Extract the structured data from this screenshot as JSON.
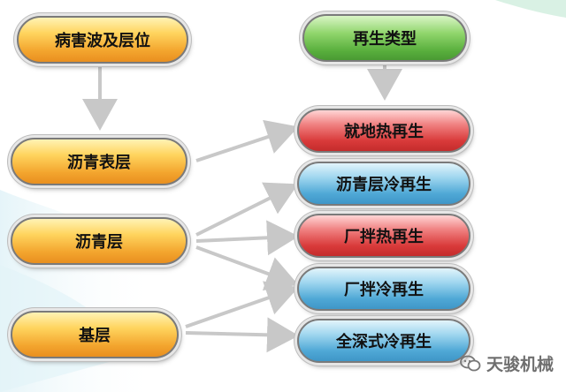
{
  "left_column": {
    "header": "病害波及层位",
    "layers": [
      "沥青表层",
      "沥青层",
      "基层"
    ]
  },
  "right_column": {
    "header": "再生类型",
    "types": [
      {
        "label": "就地热再生",
        "color": "red"
      },
      {
        "label": "沥青层冷再生",
        "color": "blue"
      },
      {
        "label": "厂拌热再生",
        "color": "red"
      },
      {
        "label": "厂拌冷再生",
        "color": "blue"
      },
      {
        "label": "全深式冷再生",
        "color": "blue"
      }
    ]
  },
  "watermark": {
    "text": "天骏机械",
    "icon": "wechat-icon"
  },
  "colors": {
    "layer": "#f3a52e",
    "header_type": "#58ae3c",
    "hot": "#d93a3a",
    "cold": "#4fa8d6",
    "arrow": "#c8c8c8"
  }
}
